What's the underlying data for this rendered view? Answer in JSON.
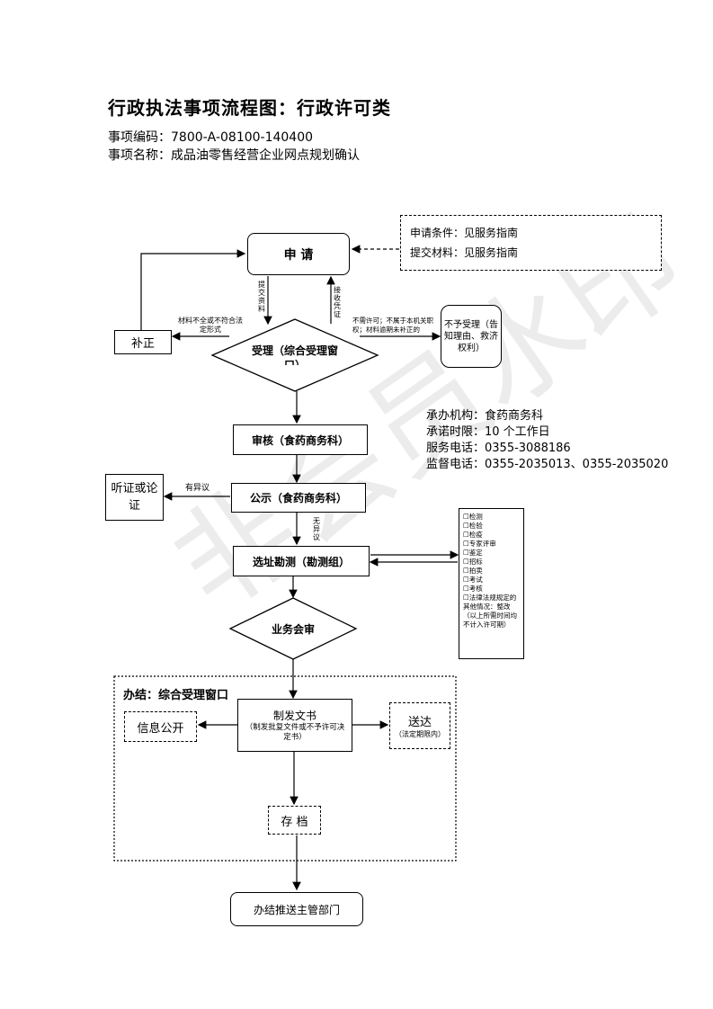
{
  "header": {
    "title": "行政执法事项流程图：行政许可类",
    "code_line": "事项编码：7800-A-08100-140400",
    "name_line": "事项名称：成品油零售经营企业网点规划确认"
  },
  "info_box": {
    "line1": "申请条件：见服务指南",
    "line2": "提交材料：见服务指南"
  },
  "nodes": {
    "apply": "申  请",
    "supplement": "补正",
    "accept": "受理（综合受理窗口）",
    "reject": "不予受理（告知理由、救济权利）",
    "review": "审核（食药商务科）",
    "hearing": "听证或论证",
    "publicity": "公示（食药商务科）",
    "survey": "选址勘测（勘测组）",
    "meeting": "业务会审",
    "finish_title": "办结：综合受理窗口",
    "issue_doc": "制发文书",
    "issue_doc_sub": "（制发批复文件或不予许可决定书）",
    "info_public": "信息公开",
    "deliver": "送达",
    "deliver_sub": "（法定期限内）",
    "archive": "存 档",
    "push": "办结推送主管部门"
  },
  "edges": {
    "submit": "提交资料",
    "receipt": "接收凭证",
    "incomplete": "材料不全或不符合法定形式",
    "not_permit": "不需许可；不属于本机关职权；材料逾期未补正的",
    "objection": "有异议",
    "no_objection": "无异议"
  },
  "org_info": {
    "org": "承办机构：食药商务科",
    "limit": "承诺时限：10 个工作日",
    "service": "服务电话：0355-3088186",
    "supervise": "监督电话：0355-2035013、0355-2035020"
  },
  "checklist": [
    "☐检测",
    "☐检验",
    "☐检疫",
    "☐专家评审",
    "☐鉴定",
    "☐招标",
    "☐拍卖",
    "☐考试",
    "☐考核",
    "☐法律法规规定的其他情况：整改",
    "（以上所需时间均不计入许可期）"
  ],
  "watermark": "非会员水印"
}
